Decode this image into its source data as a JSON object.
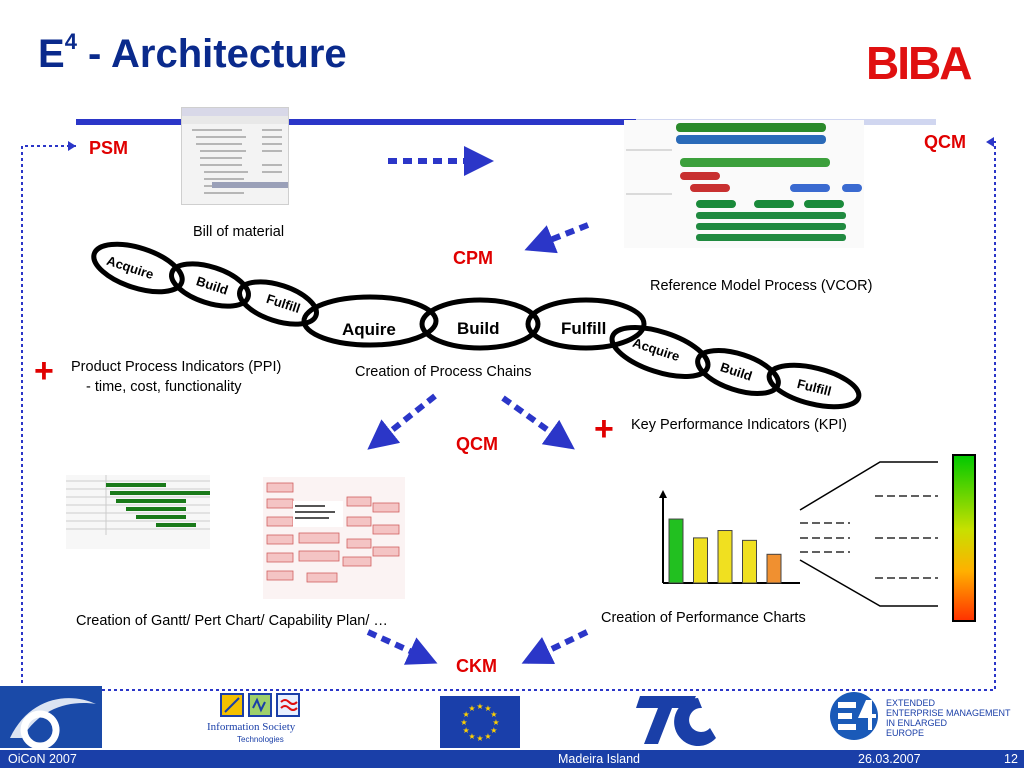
{
  "title": {
    "main": "E",
    "sup": "4",
    "rest": " - Architecture"
  },
  "logo_biba": "BIBA",
  "labels": {
    "psm": "PSM",
    "qcm_top": "QCM",
    "cpm": "CPM",
    "qcm_mid": "QCM",
    "ckm": "CKM"
  },
  "captions": {
    "bill_of_material": "Bill of material",
    "reference_model": "Reference Model Process (VCOR)",
    "ppi_line1": "Product Process Indicators (PPI)",
    "ppi_line2": "- time, cost, functionality",
    "process_chains": "Creation of Process Chains",
    "kpi": "Key Performance Indicators (KPI)",
    "gantt": "Creation of Gantt/ Pert Chart/ Capability Plan/ …",
    "performance_charts": "Creation of Performance Charts"
  },
  "plus_sign": "+",
  "chain_left": [
    "Acquire",
    "Build",
    "Fulfill"
  ],
  "chain_center": [
    "Aquire",
    "Build",
    "Fulfill"
  ],
  "chain_right": [
    "Acquire",
    "Build",
    "Fulfill"
  ],
  "performance_bars": [
    0.78,
    0.55,
    0.64,
    0.52,
    0.35
  ],
  "colors": {
    "accent_blue": "#2b36c8",
    "label_red": "#e00000",
    "title_blue": "#0a2a8c"
  },
  "logos": {
    "info_society_line1": "Information Society",
    "info_society_line2": "Technologies",
    "e4_line1": "EXTENDED",
    "e4_line2": "ENTERPRISE MANAGEMENT",
    "e4_line3": "IN ENLARGED",
    "e4_line4": "EUROPE"
  },
  "footer": {
    "left": "OiCoN 2007",
    "center": "Madeira Island",
    "date": "26.03.2007",
    "page": "12"
  }
}
